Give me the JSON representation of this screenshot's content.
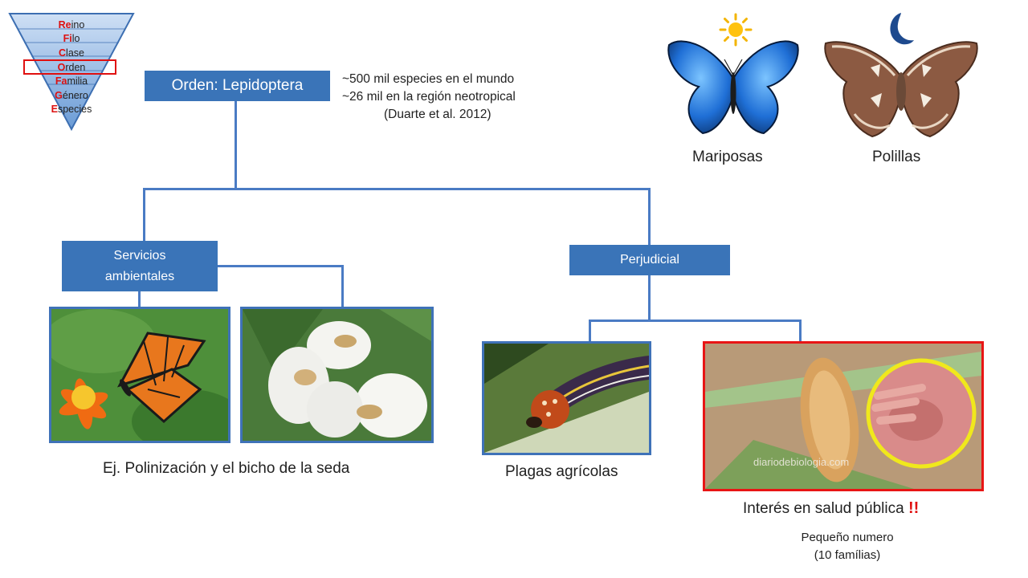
{
  "taxonomy": {
    "rows": [
      {
        "hl": "Re",
        "rest": "ino"
      },
      {
        "hl": "Fi",
        "rest": "lo"
      },
      {
        "hl": "C",
        "rest": "lase"
      },
      {
        "hl": "O",
        "rest": "rden"
      },
      {
        "hl": "Fa",
        "rest": "milia"
      },
      {
        "hl": "G",
        "rest": "énero"
      },
      {
        "hl": "E",
        "rest": "species"
      }
    ]
  },
  "order_box": "Orden: Lepidoptera",
  "info": {
    "line1": "~500 mil especies en el mundo",
    "line2": "~26 mil en la región neotropical",
    "line3": "(Duarte et al. 2012)"
  },
  "types": {
    "butterflies": "Mariposas",
    "moths": "Polillas"
  },
  "branches": {
    "servicios_line1": "Servicios",
    "servicios_line2": "ambientales",
    "perjudicial": "Perjudicial"
  },
  "captions": {
    "servicios": "Ej. Polinización y el bicho de la seda",
    "plagas": "Plagas agrícolas",
    "salud": "Interés en salud pública",
    "salud_mark": "!!",
    "note_line1": "Pequeño numero",
    "note_line2": "(10 famílias)"
  },
  "watermark": "diariodebiologia.com",
  "colors": {
    "box": "#3a74b8",
    "connector": "#4a7bc4",
    "highlight": "#e01010",
    "circle": "#f0e81c"
  }
}
